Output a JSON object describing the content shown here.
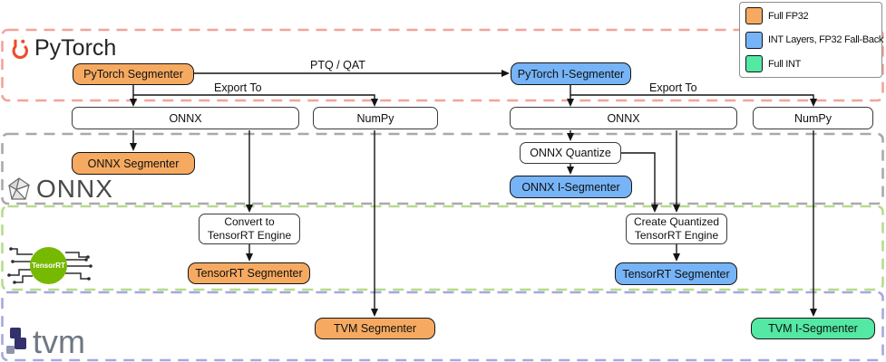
{
  "legend": {
    "items": [
      {
        "label": "Full FP32",
        "color": "#F6AA61"
      },
      {
        "label": "INT Layers, FP32 Fall-Back",
        "color": "#76B4F7"
      },
      {
        "label": "Full INT",
        "color": "#53E8A3"
      }
    ]
  },
  "colors": {
    "fp32": "#F6AA61",
    "int_fallback": "#76B4F7",
    "full_int": "#53E8A3",
    "pytorch_band": "#F2A39A",
    "onnx_band": "#A9A9A9",
    "tensorrt_band": "#B7DC8E",
    "tvm_band": "#A7A8DB"
  },
  "bands": {
    "pytorch": {
      "logo": "PyTorch"
    },
    "onnx": {
      "logo": "ONNX"
    },
    "tensorrt": {
      "logo": "TensorRT"
    },
    "tvm": {
      "logo": "tvm"
    }
  },
  "nodes": {
    "pytorch_segmenter": {
      "label": "PyTorch Segmenter"
    },
    "pytorch_i_segmenter": {
      "label": "PyTorch I-Segmenter"
    },
    "onnx_export_left": {
      "label": "ONNX"
    },
    "numpy_export_left": {
      "label": "NumPy"
    },
    "onnx_export_right": {
      "label": "ONNX"
    },
    "numpy_export_right": {
      "label": "NumPy"
    },
    "onnx_segmenter": {
      "label": "ONNX Segmenter"
    },
    "onnx_quantize": {
      "label": "ONNX Quantize"
    },
    "onnx_i_segmenter": {
      "label": "ONNX I-Segmenter"
    },
    "convert_trt": {
      "lines": [
        "Convert to",
        "TensorRT Engine"
      ]
    },
    "create_quant_trt": {
      "lines": [
        "Create Quantized",
        "TensorRT Engine"
      ]
    },
    "tensorrt_segmenter_left": {
      "label": "TensorRT Segmenter"
    },
    "tensorrt_segmenter_right": {
      "label": "TensorRT Segmenter"
    },
    "tvm_segmenter": {
      "label": "TVM Segmenter"
    },
    "tvm_i_segmenter": {
      "label": "TVM I-Segmenter"
    }
  },
  "edge_labels": {
    "ptq_qat": "PTQ / QAT",
    "export_to_left": "Export To",
    "export_to_right": "Export To"
  }
}
